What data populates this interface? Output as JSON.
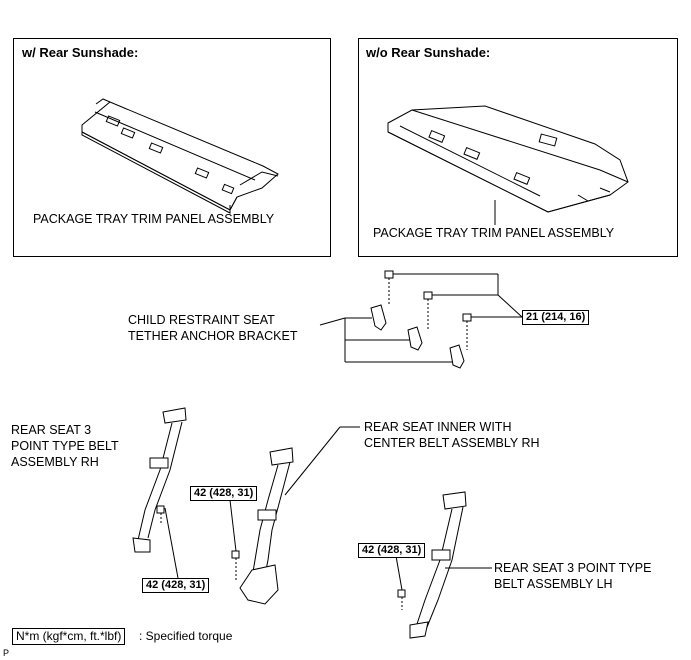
{
  "panels": {
    "left_title": "w/ Rear Sunshade:",
    "right_title": "w/o Rear Sunshade:",
    "left_label": "PACKAGE TRAY TRIM PANEL ASSEMBLY",
    "right_label": "PACKAGE TRAY TRIM PANEL ASSEMBLY"
  },
  "labels": {
    "child_restraint_line1": "CHILD RESTRAINT SEAT",
    "child_restraint_line2": "TETHER ANCHOR BRACKET",
    "rear_seat_rh_line1": "REAR SEAT 3",
    "rear_seat_rh_line2": "POINT TYPE BELT",
    "rear_seat_rh_line3": "ASSEMBLY RH",
    "inner_center_line1": "REAR SEAT INNER WITH",
    "inner_center_line2": "CENTER BELT ASSEMBLY RH",
    "rear_seat_lh_line1": "REAR SEAT 3 POINT TYPE",
    "rear_seat_lh_line2": "BELT ASSEMBLY LH"
  },
  "torques": {
    "bracket": "21 (214, 16)",
    "belt_rh": "42 (428, 31)",
    "belt_center": "42 (428, 31)",
    "belt_lh": "42 (428, 31)"
  },
  "legend": {
    "unit_box": "N*m (kgf*cm, ft.*lbf)",
    "description": ": Specified torque"
  },
  "figure_code": "P"
}
